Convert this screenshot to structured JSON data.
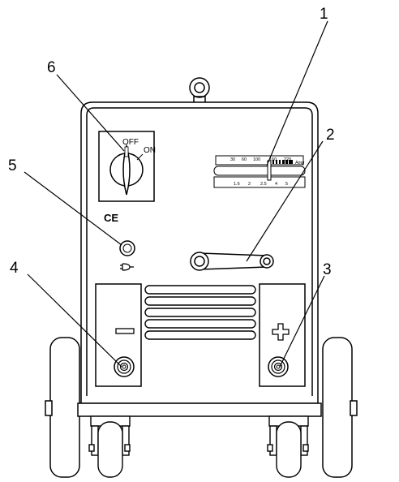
{
  "switch": {
    "off_label": "OFF",
    "on_label": "ON"
  },
  "scale": {
    "amp_ticks": [
      "30",
      "60",
      "100",
      "160",
      "220"
    ],
    "unit": "Amp",
    "electrode_ticks": [
      "1.6",
      "2",
      "2.5",
      "4",
      "5"
    ]
  },
  "marks": {
    "ce": "CE"
  },
  "callouts": [
    "1",
    "2",
    "3",
    "4",
    "5",
    "6"
  ]
}
